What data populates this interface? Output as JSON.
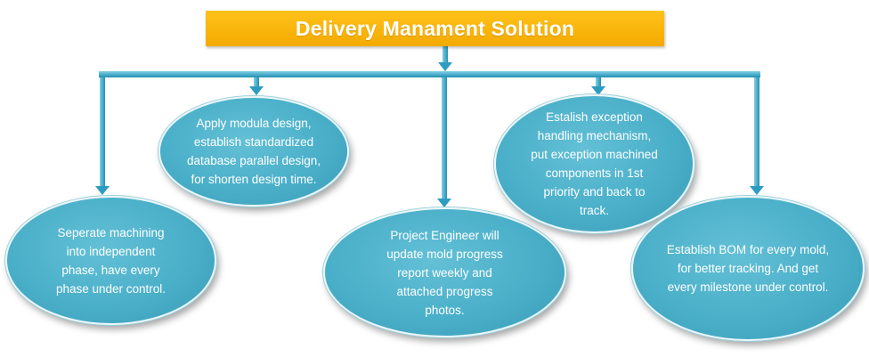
{
  "title": "Delivery Manament Solution",
  "colors": {
    "title_background": "#f5ad00",
    "title_text": "#ffffff",
    "node_fill": "#4aafc9",
    "node_text": "#ffffff",
    "connector": "#2e9cc0"
  },
  "nodes": [
    {
      "id": "separate",
      "text": "Seperate machining into independent phase, have every phase under control."
    },
    {
      "id": "modula",
      "text": "Apply modula design, establish standardized database parallel design, for shorten design time."
    },
    {
      "id": "project",
      "text": "Project Engineer will update mold progress report weekly and attached progress photos."
    },
    {
      "id": "exception",
      "text": "Estalish exception handling mechanism, put exception machined components in 1st priority and back to track."
    },
    {
      "id": "bom",
      "text": "Establish BOM for every mold, for better tracking. And get every milestone under control."
    }
  ]
}
